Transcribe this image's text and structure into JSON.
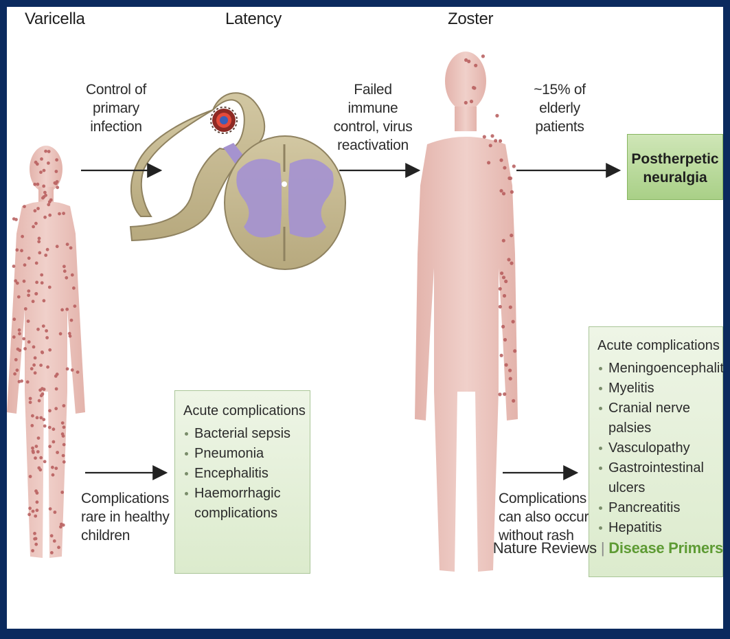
{
  "headings": {
    "varicella": "Varicella",
    "latency": "Latency",
    "zoster": "Zoster"
  },
  "arrows": {
    "primary_control": [
      "Control of",
      "primary",
      "infection"
    ],
    "reactivation": [
      "Failed immune",
      "control, virus",
      "reactivation"
    ],
    "elderly": [
      "~15% of",
      "elderly",
      "patients"
    ],
    "children_complications": [
      "Complications",
      "rare in healthy",
      "children"
    ],
    "zoster_complications": [
      "Complications",
      "can also occur",
      "without rash"
    ]
  },
  "outcome": {
    "postherpetic": [
      "Postherpetic",
      "neuralgia"
    ]
  },
  "varicella_box": {
    "title": "Acute complications",
    "items": [
      "Bacterial sepsis",
      "Pneumonia",
      "Encephalitis",
      "Haemorrhagic\ncomplications"
    ]
  },
  "zoster_box": {
    "title": "Acute complications",
    "items": [
      "Meningoencephalitis",
      "Myelitis",
      "Cranial nerve palsies",
      "Vasculopathy",
      "Gastrointestinal ulcers",
      "Pancreatitis",
      "Hepatitis"
    ]
  },
  "credit": {
    "journal": "Nature Reviews",
    "series": "Disease Primers"
  },
  "colors": {
    "frame": "#0b2a5e",
    "skin": "#ebc6bf",
    "rash": "#b65a5a",
    "ganglion": "#c8bc94",
    "grey_matter": "#a593cf",
    "box_fill": "#dcebcd",
    "outcome_fill": "#a9d087",
    "accent_green": "#5e9b34"
  }
}
